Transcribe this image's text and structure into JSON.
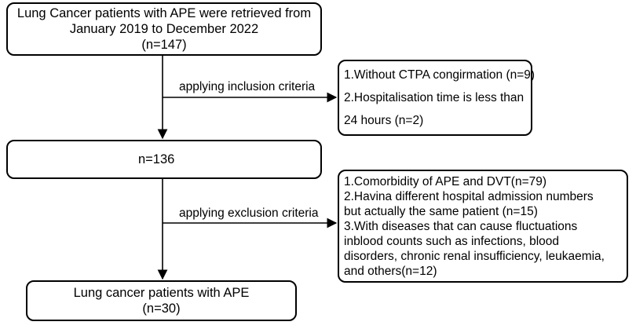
{
  "box_top": {
    "lines": [
      "Lung Cancer patients with APE were retrieved from",
      "January 2019 to December 2022",
      "(n=147)"
    ]
  },
  "label_inclusion": "applying inclusion criteria",
  "box_inclusion": {
    "lines": [
      "1.Without CTPA congirmation (n=9)",
      "2.Hospitalisation time is less than",
      "24 hours (n=2)"
    ]
  },
  "box_middle": {
    "lines": [
      "n=136"
    ]
  },
  "label_exclusion": "applying exclusion criteria",
  "box_exclusion": {
    "lines": [
      "1.Comorbidity of APE and DVT(n=79)",
      "2.Havina different hospital admission numbers",
      "but actually the same patient (n=15)",
      "3.With diseases that can cause fluctuations",
      "inblood counts such as infections, blood",
      "disorders, chronic renal insufficiency, leukaemia,",
      "and others(n=12)"
    ]
  },
  "box_bottom": {
    "lines": [
      "Lung cancer patients with APE",
      "(n=30)"
    ]
  }
}
